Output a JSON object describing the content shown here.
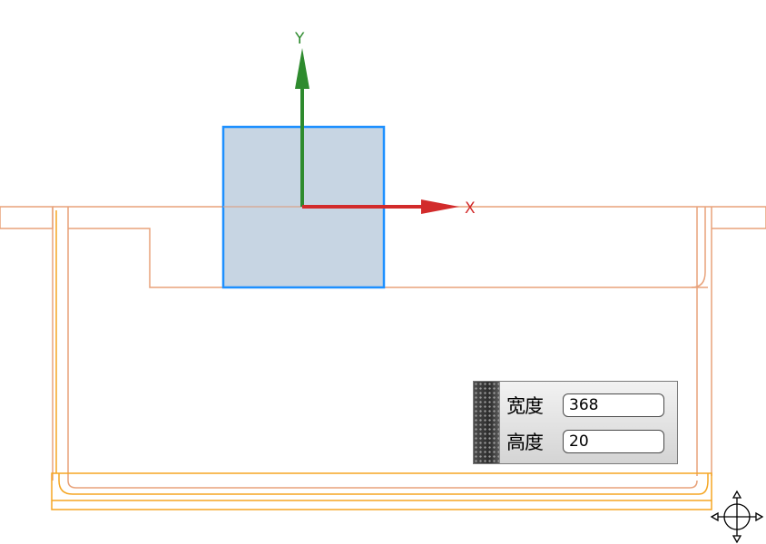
{
  "axes": {
    "x_label": "X",
    "y_label": "Y",
    "x_color": "#d22b2b",
    "y_color": "#2e8b2e"
  },
  "colors": {
    "part_outline": "#e8a27a",
    "bottom_plate_outline": "#f5a623",
    "selected_fill": "#c7d5e3",
    "selected_outline": "#1e90ff"
  },
  "dimension_panel": {
    "width_label": "宽度",
    "width_value": "368",
    "height_label": "高度",
    "height_value": "20"
  },
  "cursor": {
    "icon": "move-crosshair-icon"
  }
}
